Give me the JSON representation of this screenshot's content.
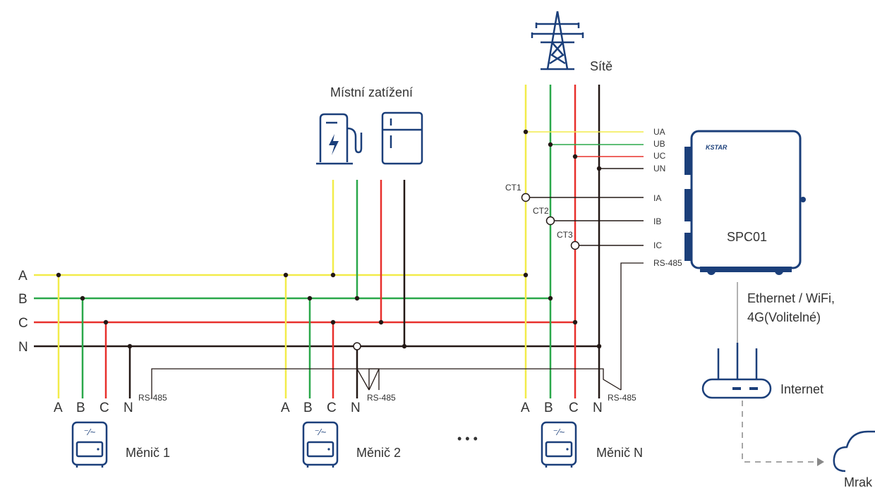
{
  "colors": {
    "phase_a": "#f2ec4a",
    "phase_b": "#2aa84a",
    "phase_c": "#e8302c",
    "neutral": "#231815",
    "icon_blue": "#1b3f7a",
    "text": "#333333"
  },
  "labels": {
    "grid": "Sítě",
    "local_load": "Místní zatížení",
    "bus_a": "A",
    "bus_b": "B",
    "bus_c": "C",
    "bus_n": "N",
    "ua": "UA",
    "ub": "UB",
    "uc": "UC",
    "un": "UN",
    "ct1": "CT1",
    "ct2": "CT2",
    "ct3": "CT3",
    "ia": "IA",
    "ib": "IB",
    "ic": "IC",
    "rs485": "RS-485",
    "controller_brand": "KSTAR",
    "controller_name": "SPC01",
    "comm_line1": "Ethernet / WiFi,",
    "comm_line2": "4G(Volitelné)",
    "internet": "Internet",
    "cloud": "Mrak",
    "ellipsis": "• • •"
  },
  "inverters": [
    {
      "name": "Měnič 1",
      "a": "A",
      "b": "B",
      "c": "C",
      "n": "N",
      "rs485": "RS-485"
    },
    {
      "name": "Měnič 2",
      "a": "A",
      "b": "B",
      "c": "C",
      "n": "N",
      "rs485": "RS-485"
    },
    {
      "name": "Měnič N",
      "a": "A",
      "b": "B",
      "c": "C",
      "n": "N",
      "rs485": "RS-485"
    }
  ],
  "icons": [
    "power-tower-icon",
    "ev-charger-icon",
    "refrigerator-icon",
    "inverter-icon",
    "router-icon",
    "cloud-icon"
  ]
}
